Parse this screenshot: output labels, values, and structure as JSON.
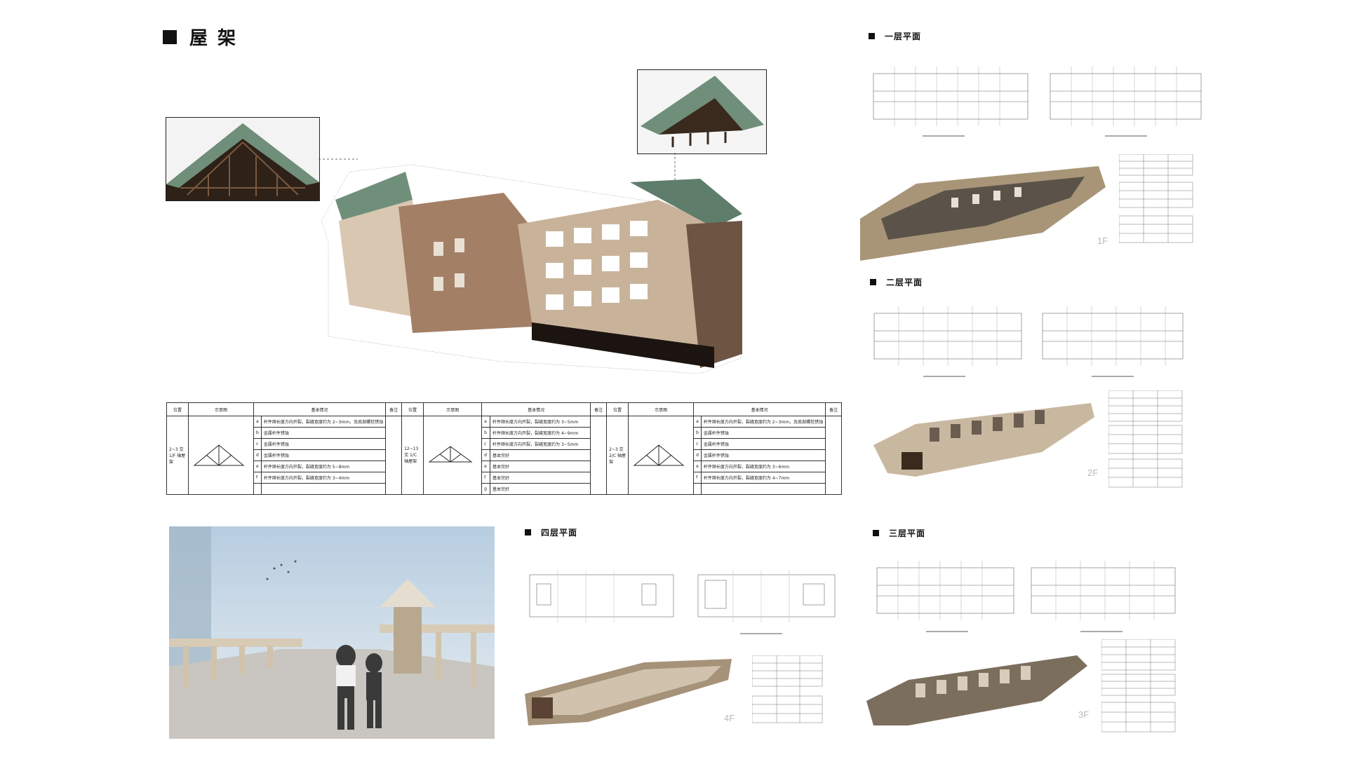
{
  "header": {
    "title": "屋架"
  },
  "sections": {
    "floor1": {
      "title": "一层平面",
      "tag": "1F"
    },
    "floor2": {
      "title": "二层平面",
      "tag": "2F"
    },
    "floor3": {
      "title": "三层平面",
      "tag": "3F"
    },
    "floor4": {
      "title": "四层平面",
      "tag": "4F"
    }
  },
  "truss_table": {
    "headers": [
      "位置",
      "示意图",
      "基本情况",
      "备注",
      "位置",
      "示意图",
      "基本情况",
      "备注",
      "位置",
      "示意图",
      "基本情况",
      "备注"
    ],
    "groups": [
      {
        "position": "2~3 交 1/F 轴屋架",
        "items": [
          {
            "mark": "a",
            "text": "杆件顺长度方向开裂，裂缝宽度约为 2~3mm，及底部螺栓锈蚀"
          },
          {
            "mark": "b",
            "text": "金属杆件锈蚀"
          },
          {
            "mark": "c",
            "text": "金属杆件锈蚀"
          },
          {
            "mark": "d",
            "text": "金属杆件锈蚀"
          },
          {
            "mark": "e",
            "text": "杆件顺长度方向开裂，裂缝宽度约为 5~8mm"
          },
          {
            "mark": "f",
            "text": "杆件顺长度方向开裂，裂缝宽度约为 3~4mm"
          }
        ]
      },
      {
        "position": "12~13 交 1/C 轴屋架",
        "items": [
          {
            "mark": "a",
            "text": "杆件顺长度方向开裂，裂缝宽度约为 3~5mm"
          },
          {
            "mark": "b",
            "text": "杆件顺长度方向开裂，裂缝宽度约为 4~9mm"
          },
          {
            "mark": "c",
            "text": "杆件顺长度方向开裂，裂缝宽度约为 3~5mm"
          },
          {
            "mark": "d",
            "text": "基本完好"
          },
          {
            "mark": "e",
            "text": "基本完好"
          },
          {
            "mark": "f",
            "text": "基本完好"
          },
          {
            "mark": "g",
            "text": "基本完好"
          }
        ]
      },
      {
        "position": "2~3 交 2/C 轴屋架",
        "items": [
          {
            "mark": "a",
            "text": "杆件顺长度方向开裂，裂缝宽度约为 2~3mm，及底部螺栓锈蚀"
          },
          {
            "mark": "b",
            "text": "金属杆件锈蚀"
          },
          {
            "mark": "c",
            "text": "金属杆件锈蚀"
          },
          {
            "mark": "d",
            "text": "金属杆件锈蚀"
          },
          {
            "mark": "e",
            "text": "杆件顺长度方向开裂，裂缝宽度约为 3~6mm"
          },
          {
            "mark": "f",
            "text": "杆件顺长度方向开裂，裂缝宽度约为 4~7mm"
          }
        ]
      }
    ]
  },
  "colors": {
    "roof_green": "#6f8f7a",
    "timber_dark": "#3a2a1e",
    "facade_tan": "#b89f83",
    "sky": "#c8d9e6"
  }
}
